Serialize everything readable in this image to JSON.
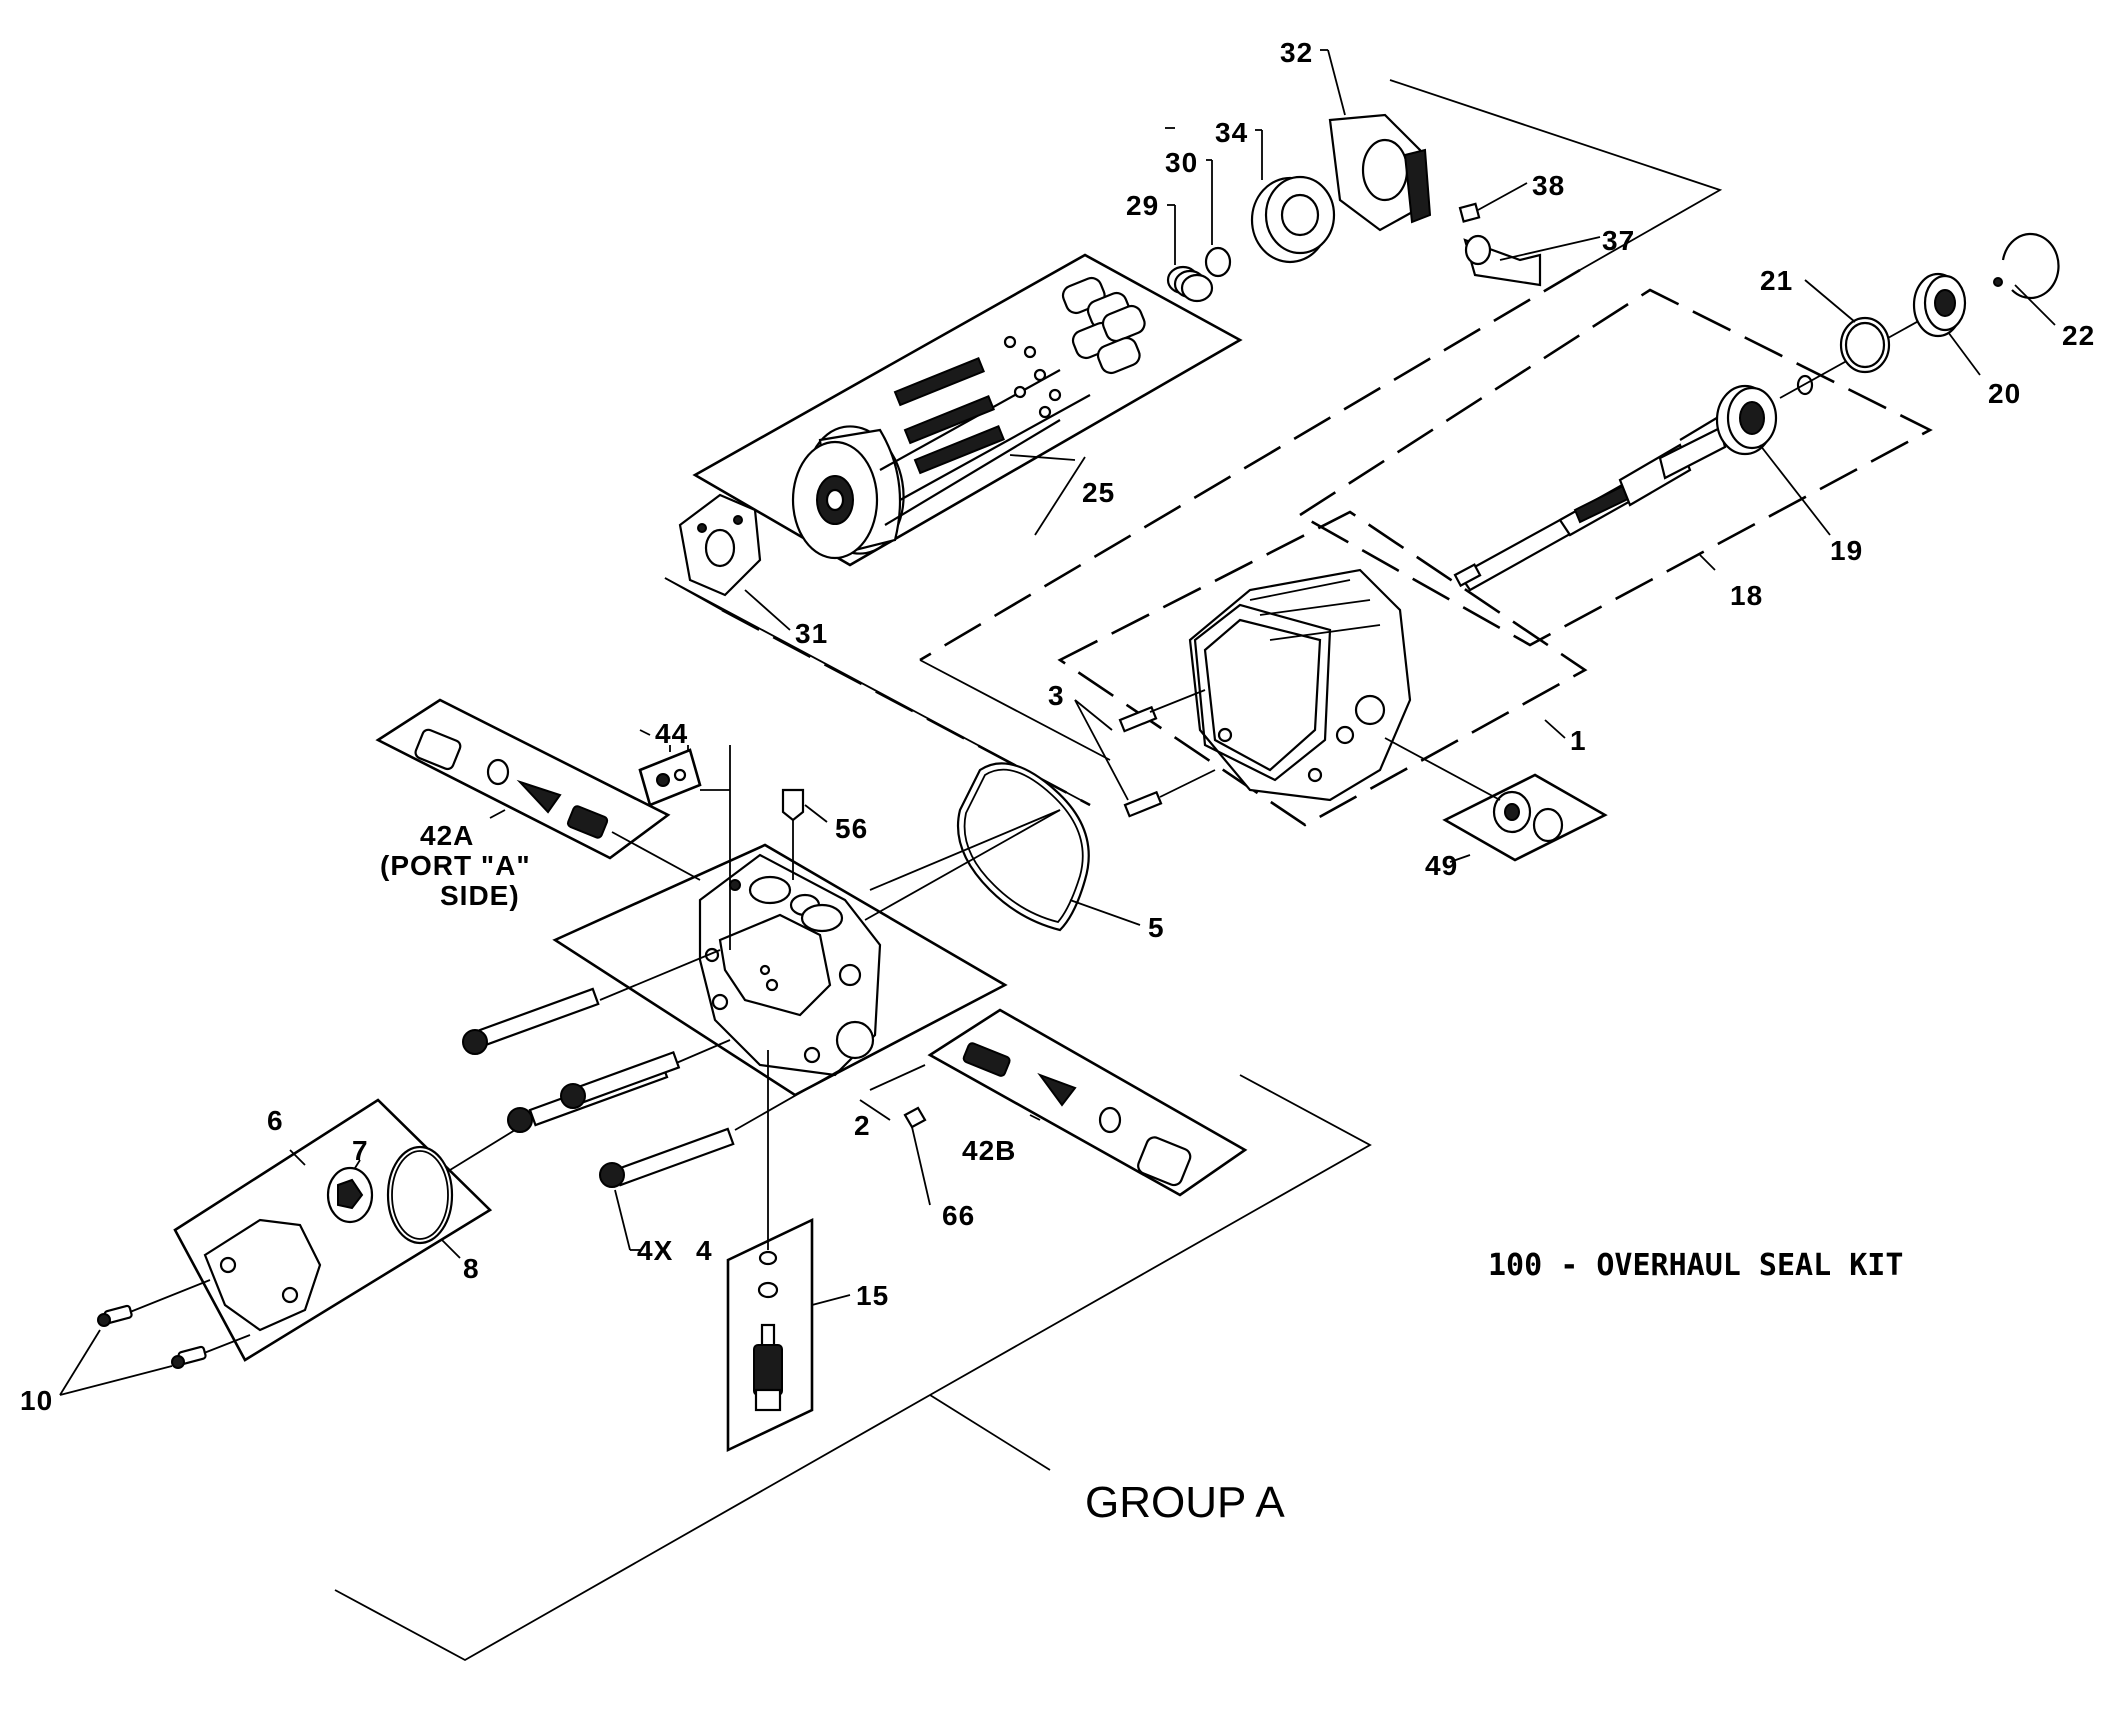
{
  "labels": {
    "p1": "1",
    "p2": "2",
    "p3": "3",
    "p4": "4",
    "p4x": "4X",
    "p5": "5",
    "p6": "6",
    "p7": "7",
    "p8": "8",
    "p10": "10",
    "p15": "15",
    "p18": "18",
    "p19": "19",
    "p20": "20",
    "p21": "21",
    "p22": "22",
    "p25": "25",
    "p29": "29",
    "p30": "30",
    "p31": "31",
    "p32": "32",
    "p34": "34",
    "p37": "37",
    "p38": "38",
    "p42a_line1": "42A",
    "p42a_line2": "(PORT \"A\"",
    "p42a_line3": "SIDE)",
    "p42b": "42B",
    "p44": "44",
    "p49": "49",
    "p56": "56",
    "p66": "66"
  },
  "kit_note": "100 - OVERHAUL SEAL KIT",
  "group_label": "GROUP A"
}
